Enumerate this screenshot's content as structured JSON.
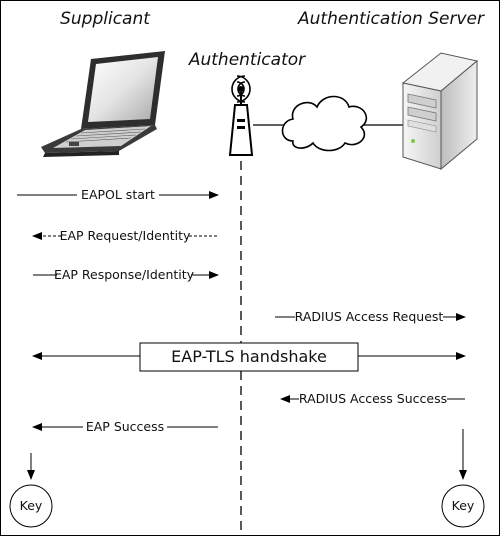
{
  "roles": {
    "supplicant": "Supplicant",
    "authenticator": "Authenticator",
    "server": "Authentication Server"
  },
  "messages": [
    {
      "id": "eapol-start",
      "label": "EAPOL start",
      "direction": "right",
      "style": "solid"
    },
    {
      "id": "eap-request-identity",
      "label": "EAP Request/Identity",
      "direction": "left",
      "style": "dashed"
    },
    {
      "id": "eap-response-identity",
      "label": "EAP Response/Identity",
      "direction": "right",
      "style": "solid"
    },
    {
      "id": "radius-access-request",
      "label": "RADIUS Access Request",
      "direction": "right",
      "style": "solid"
    },
    {
      "id": "eap-tls-handshake",
      "label": "EAP-TLS handshake",
      "direction": "both",
      "style": "solid"
    },
    {
      "id": "radius-access-success",
      "label": "RADIUS Access Success",
      "direction": "left",
      "style": "solid"
    },
    {
      "id": "eap-success",
      "label": "EAP Success",
      "direction": "left",
      "style": "solid"
    }
  ],
  "keys": {
    "left": "Key",
    "right": "Key"
  },
  "icons": {
    "supplicant": "laptop-icon",
    "authenticator": "wireless-access-point-icon",
    "network": "cloud-icon",
    "server": "server-tower-icon"
  }
}
